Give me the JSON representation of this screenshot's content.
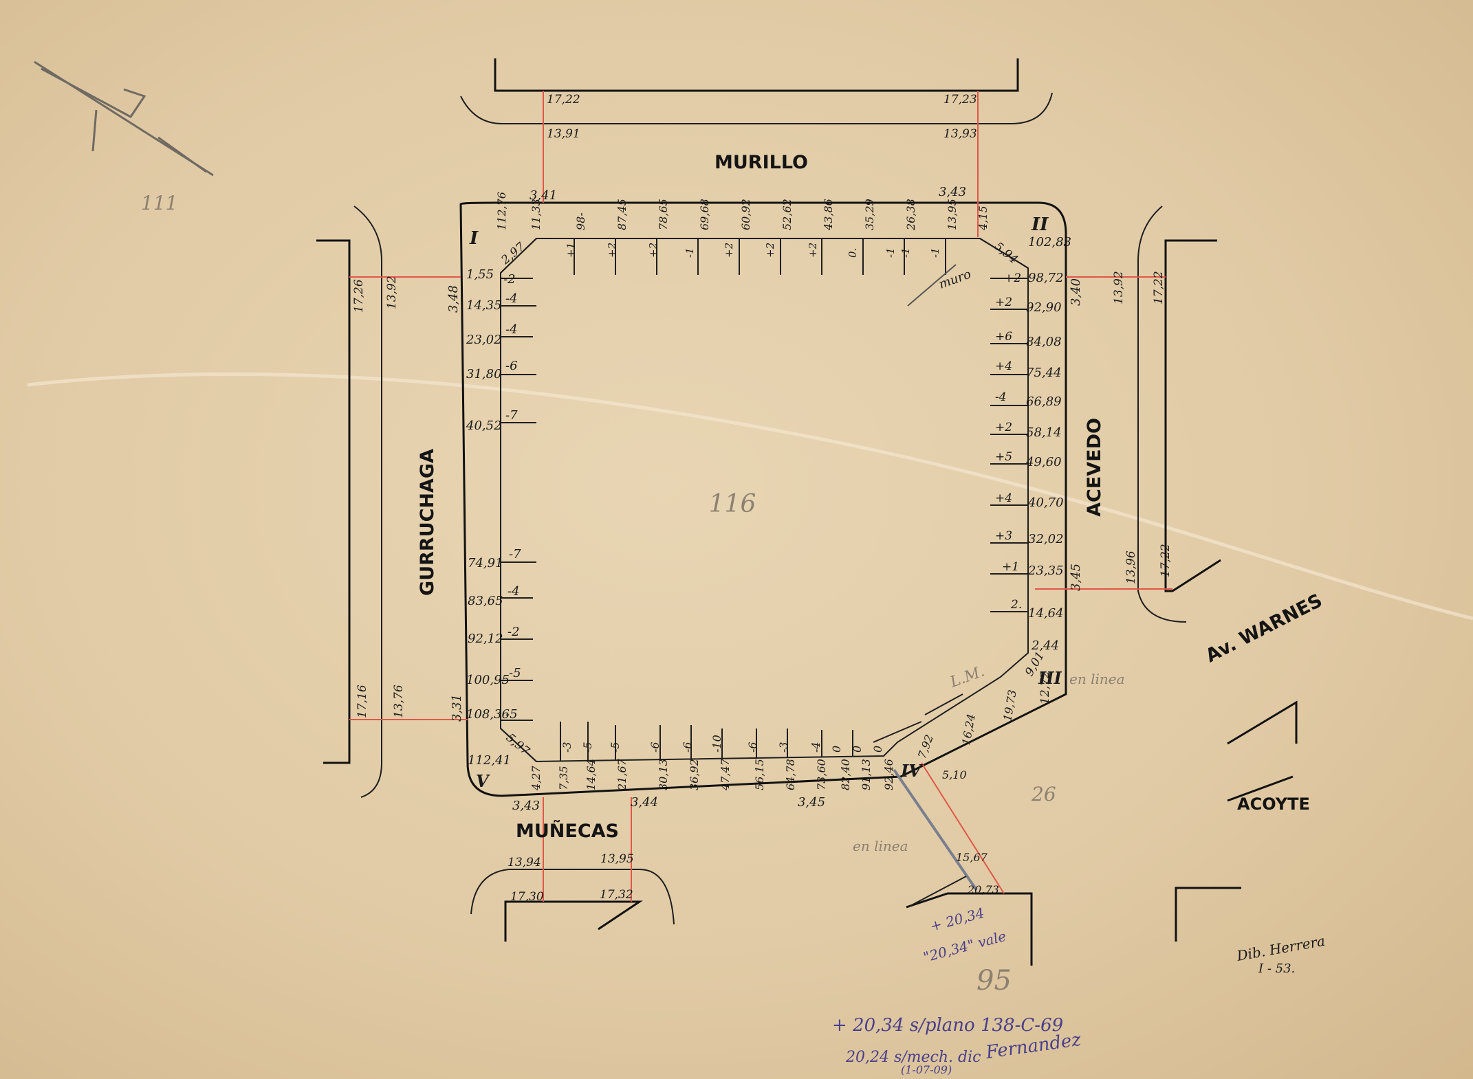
{
  "streets": {
    "north": "MURILLO",
    "west": "GURRUCHAGA",
    "east": "ACEVEDO",
    "south": "MUÑECAS",
    "avenue": "Av. WARNES",
    "southeast": "ACOYTE"
  },
  "vertices": [
    "I",
    "II",
    "III",
    "IV",
    "V"
  ],
  "block_number": "116",
  "side_lengths": {
    "north": "3,41",
    "north_r": "3,43",
    "west": "3,48",
    "west_low": "3,31",
    "east": "3,40",
    "east_low": "3,45",
    "south_1": "3,43",
    "south_2": "3,44",
    "south_3": "3,45"
  },
  "north_measures": [
    "112,76",
    "11,33",
    "98-",
    "87,45",
    "78,65",
    "69,68",
    "60,92",
    "52,62",
    "43,86",
    "35,29",
    "26,38",
    "13,95",
    "4,15"
  ],
  "north_offsets": [
    "+1",
    "+2",
    "+2",
    "-1",
    "+2",
    "+2",
    "+2",
    "0.",
    "-1",
    "-1",
    "-1"
  ],
  "west_measures": [
    "1,55",
    "14,35",
    "23,02",
    "31,80",
    "40,52",
    "74,91",
    "83,65",
    "92,12",
    "100,95",
    "108,36",
    "112,41"
  ],
  "west_offsets": [
    "-2",
    "-4",
    "-4",
    "-6",
    "-7",
    "-7",
    "-4",
    "-2",
    "-5",
    "-5"
  ],
  "east_measures": [
    "102,83",
    "98,72",
    "92,90",
    "84,08",
    "75,44",
    "66,89",
    "58,14",
    "49,60",
    "40,70",
    "32,02",
    "23,35",
    "14,64",
    "2,44"
  ],
  "east_offsets": [
    "+2",
    "+2",
    "+6",
    "+4",
    "-4",
    "+2",
    "+5",
    "+4",
    "+3",
    "+1",
    "2."
  ],
  "south_measures": [
    "4,27",
    "7,35",
    "14,64",
    "21,67",
    "30,13",
    "36,92",
    "47,47",
    "56,15",
    "64,78",
    "73,60",
    "82,40",
    "91,13",
    "92,46"
  ],
  "south_offsets": [
    "-3",
    "-5",
    "-5",
    "-6",
    "-6",
    "-10",
    "-6",
    "-3",
    "-4",
    "0",
    "0",
    "0"
  ],
  "chamfer": [
    "2,97",
    "5,94",
    "5,97",
    "9,01",
    "12,72"
  ],
  "misc": {
    "muro": "muro",
    "en_linea_1": "en linea",
    "en_linea_2": "en linea",
    "lm": "L.M.",
    "v_16_24": "16,24",
    "v_19_73": "19,73",
    "v_7_92": "7,92",
    "v_5_10": "5,10",
    "v_15_67": "15,67",
    "v_20_73": "20,73",
    "pencil_111": "111",
    "pencil_26": "26",
    "violet_2034": "+ 20,34",
    "violet_vale": "\"20,34\" vale",
    "violet_95": "95"
  },
  "external_dims": {
    "murillo_left": [
      "17,22",
      "13,91"
    ],
    "murillo_right": [
      "17,23",
      "13,93"
    ],
    "gurru_top": [
      "17,26",
      "13,92"
    ],
    "gurru_bottom": [
      "17,16",
      "13,76"
    ],
    "acevedo_top": [
      "13,92",
      "17,22"
    ],
    "acevedo_bottom": [
      "13,96",
      "17,22"
    ],
    "munecas_left": [
      "13,94",
      "17,30"
    ],
    "munecas_right": [
      "13,95",
      "17,32"
    ]
  },
  "signature": {
    "line1": "Dib. Herrera",
    "line2": "I - 53."
  },
  "footer": {
    "line1": "+ 20,34 s/plano 138-C-69",
    "line2": "20,24 s/mech. dic",
    "date": "(1-07-09)",
    "signer": "Fernandez"
  }
}
